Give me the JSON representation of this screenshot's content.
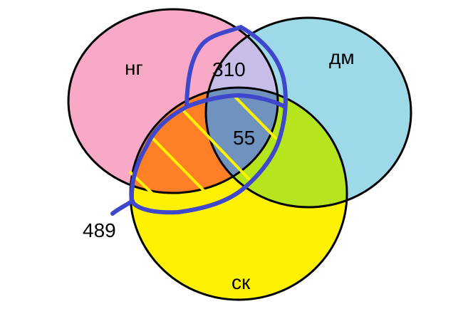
{
  "sets": [
    {
      "id": "ng",
      "label": "нг",
      "color": "#f9a9c8"
    },
    {
      "id": "dm",
      "label": "дм",
      "color": "#9ed9e8"
    },
    {
      "id": "sk",
      "label": "ск",
      "color": "#fff200"
    }
  ],
  "regions": {
    "ng_dm_only": {
      "color": "#c8bde8"
    },
    "ng_sk_only": {
      "color": "#ff7f27"
    },
    "dm_sk_only": {
      "color": "#b5e61d"
    },
    "all_three": {
      "color": "#7092be"
    }
  },
  "values": {
    "ng_dm": "310",
    "all_three": "55",
    "annotated": "489"
  },
  "highlight": {
    "outline_color": "#3f48cc",
    "hatch_color": "#fff200"
  }
}
